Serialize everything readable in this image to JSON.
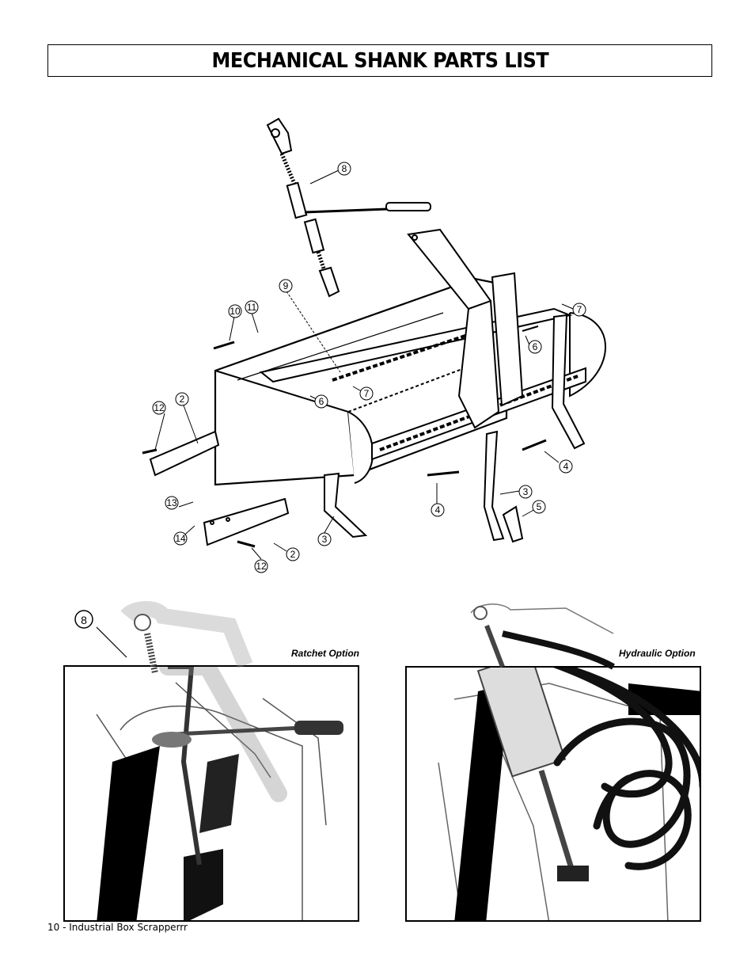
{
  "page_title": "MECHANICAL SHANK PARTS LIST",
  "callouts": {
    "c8": "8",
    "c9": "9",
    "c10": "10",
    "c11": "11",
    "c12a": "12",
    "c12b": "12",
    "c2a": "2",
    "c2b": "2",
    "c13": "13",
    "c14": "14",
    "c3a": "3",
    "c3b": "3",
    "c6a": "6",
    "c6b": "6",
    "c7a": "7",
    "c7b": "7",
    "c4a": "4",
    "c4b": "4",
    "c5": "5"
  },
  "ratchet": {
    "caption": "Ratchet Option",
    "callout": "8"
  },
  "hydraulic": {
    "caption": "Hydraulic Option"
  },
  "footer": "10 - Industrial Box Scrapperrr"
}
